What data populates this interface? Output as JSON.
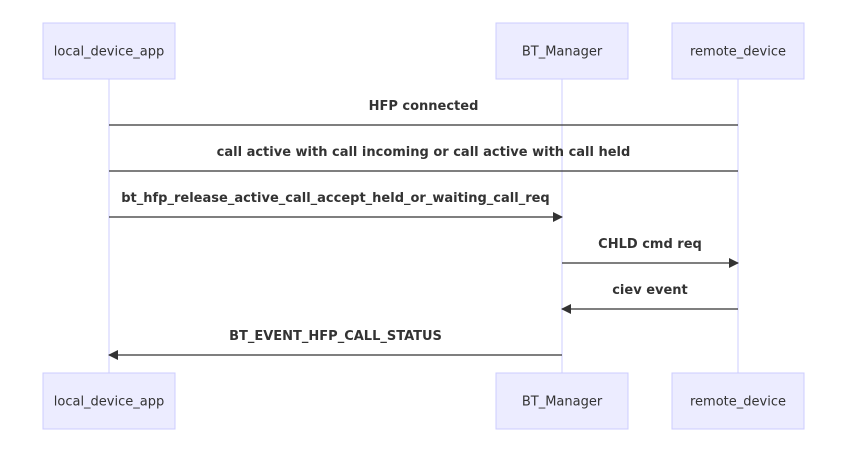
{
  "diagram": {
    "type": "sequence",
    "colors": {
      "actor_fill": "#ECECFF",
      "actor_border": "#CCCCFF",
      "lifeline": "#CCCCFF",
      "text": "#333333",
      "line": "#333333"
    },
    "participants": [
      {
        "id": "local",
        "label": "local_device_app"
      },
      {
        "id": "bt",
        "label": "BT_Manager"
      },
      {
        "id": "remote",
        "label": "remote_device"
      }
    ],
    "messages": [
      {
        "from": "remote",
        "to": "local",
        "label": "HFP connected",
        "arrowhead": "none"
      },
      {
        "from": "remote",
        "to": "local",
        "label": "call active with call incoming or call active with call held",
        "arrowhead": "none"
      },
      {
        "from": "local",
        "to": "bt",
        "label": "bt_hfp_release_active_call_accept_held_or_waiting_call_req",
        "arrowhead": "filled"
      },
      {
        "from": "bt",
        "to": "remote",
        "label": "CHLD cmd req",
        "arrowhead": "filled"
      },
      {
        "from": "remote",
        "to": "bt",
        "label": "ciev event",
        "arrowhead": "filled"
      },
      {
        "from": "bt",
        "to": "local",
        "label": "BT_EVENT_HFP_CALL_STATUS",
        "arrowhead": "filled"
      }
    ]
  }
}
